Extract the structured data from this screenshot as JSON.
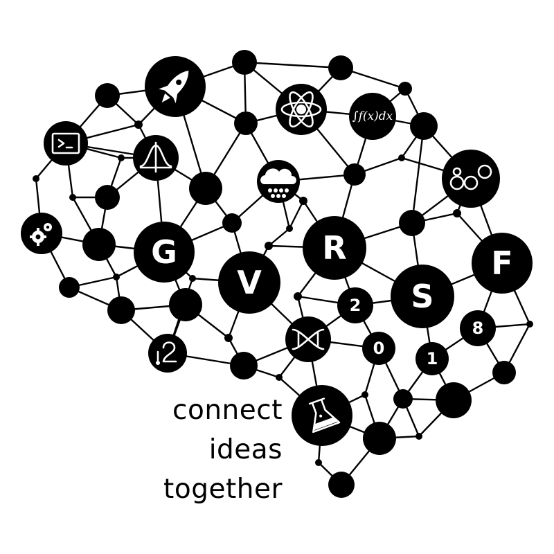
{
  "logo": {
    "letters": {
      "g": "G",
      "v": "V",
      "r": "R",
      "s": "S",
      "f": "F"
    },
    "year_digits": {
      "d1": "2",
      "d2": "0",
      "d3": "1",
      "d4": "8"
    },
    "icons": {
      "integral_formula": "∫f(x)dx"
    }
  },
  "tagline": {
    "line1": "connect",
    "line2": "ideas",
    "line3": "together"
  }
}
